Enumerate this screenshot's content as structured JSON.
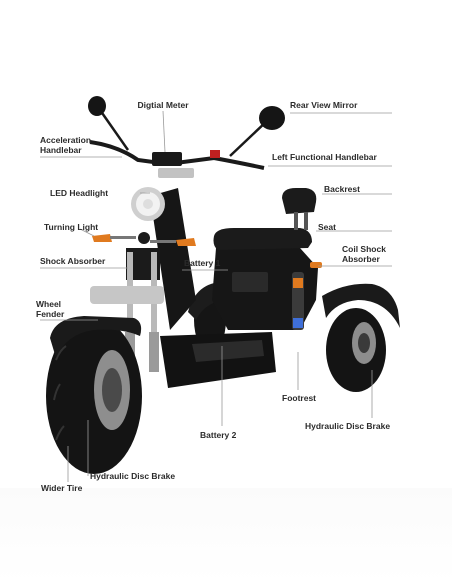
{
  "labels": {
    "digital_meter": "Digtial Meter",
    "rear_view_mirror": "Rear View Mirror",
    "acceleration_handlebar": "Acceleration\nHandlebar",
    "left_functional_handlebar": "Left Functional Handlebar",
    "led_headlight": "LED Headlight",
    "backrest": "Backrest",
    "turning_light": "Turning Light",
    "seat": "Seat",
    "coil_shock_absorber": "Coil Shock\nAbsorber",
    "shock_absorber": "Shock Absorber",
    "battery_1": "Battery 1",
    "wheel_fender": "Wheel\nFender",
    "footrest": "Footrest",
    "hydraulic_disc_brake_rear": "Hydraulic Disc Brake",
    "battery_2": "Battery 2",
    "hydraulic_disc_brake_front": "Hydraulic Disc Brake",
    "wider_tire": "Wider Tire"
  },
  "colors": {
    "label_text": "#2b2b2b",
    "leader_line": "#9a9a9a",
    "body_black": "#111111",
    "chrome": "#b9b9b9",
    "accent_orange": "#e07a1f"
  }
}
